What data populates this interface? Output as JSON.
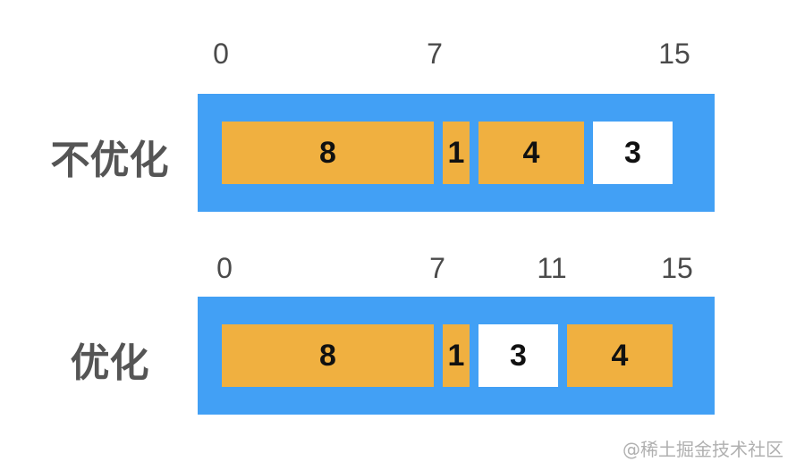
{
  "colors": {
    "track": "#42a0f5",
    "used": "#f0b040",
    "free": "#ffffff"
  },
  "rows": [
    {
      "label": "不优化",
      "ticks": [
        "0",
        "7",
        "15"
      ],
      "blocks": [
        {
          "value": "8",
          "kind": "used"
        },
        {
          "value": "1",
          "kind": "used"
        },
        {
          "value": "4",
          "kind": "used"
        },
        {
          "value": "3",
          "kind": "free"
        }
      ]
    },
    {
      "label": "优化",
      "ticks": [
        "0",
        "7",
        "11",
        "15"
      ],
      "blocks": [
        {
          "value": "8",
          "kind": "used"
        },
        {
          "value": "1",
          "kind": "used"
        },
        {
          "value": "3",
          "kind": "free"
        },
        {
          "value": "4",
          "kind": "used"
        }
      ]
    }
  ],
  "watermark": "@稀土掘金技术社区"
}
